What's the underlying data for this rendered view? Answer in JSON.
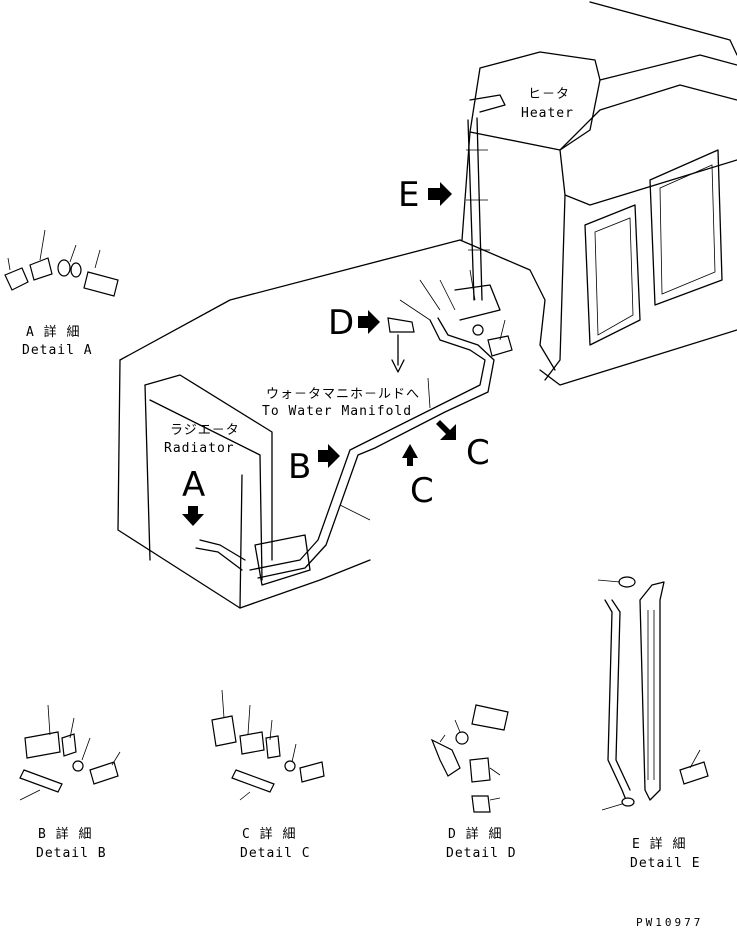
{
  "labels": {
    "heater_jp": "ヒ－タ",
    "heater_en": "Heater",
    "radiator_jp": "ラジエ－タ",
    "radiator_en": "Radiator",
    "manifold_jp": "ウォ－タマニホ－ルドへ",
    "manifold_en": "To Water Manifold"
  },
  "callouts": {
    "a": "A",
    "b": "B",
    "c1": "C",
    "c2": "C",
    "d": "D",
    "e": "E"
  },
  "details": {
    "a_jp": "A 詳 細",
    "a_en": "Detail A",
    "b_jp": "B 詳 細",
    "b_en": "Detail B",
    "c_jp": "C 詳 細",
    "c_en": "Detail C",
    "d_jp": "D 詳 細",
    "d_en": "Detail D",
    "e_jp": "E 詳 細",
    "e_en": "Detail E"
  },
  "drawing_code": "PW10977",
  "colors": {
    "ink": "#000000",
    "paper": "#ffffff"
  }
}
